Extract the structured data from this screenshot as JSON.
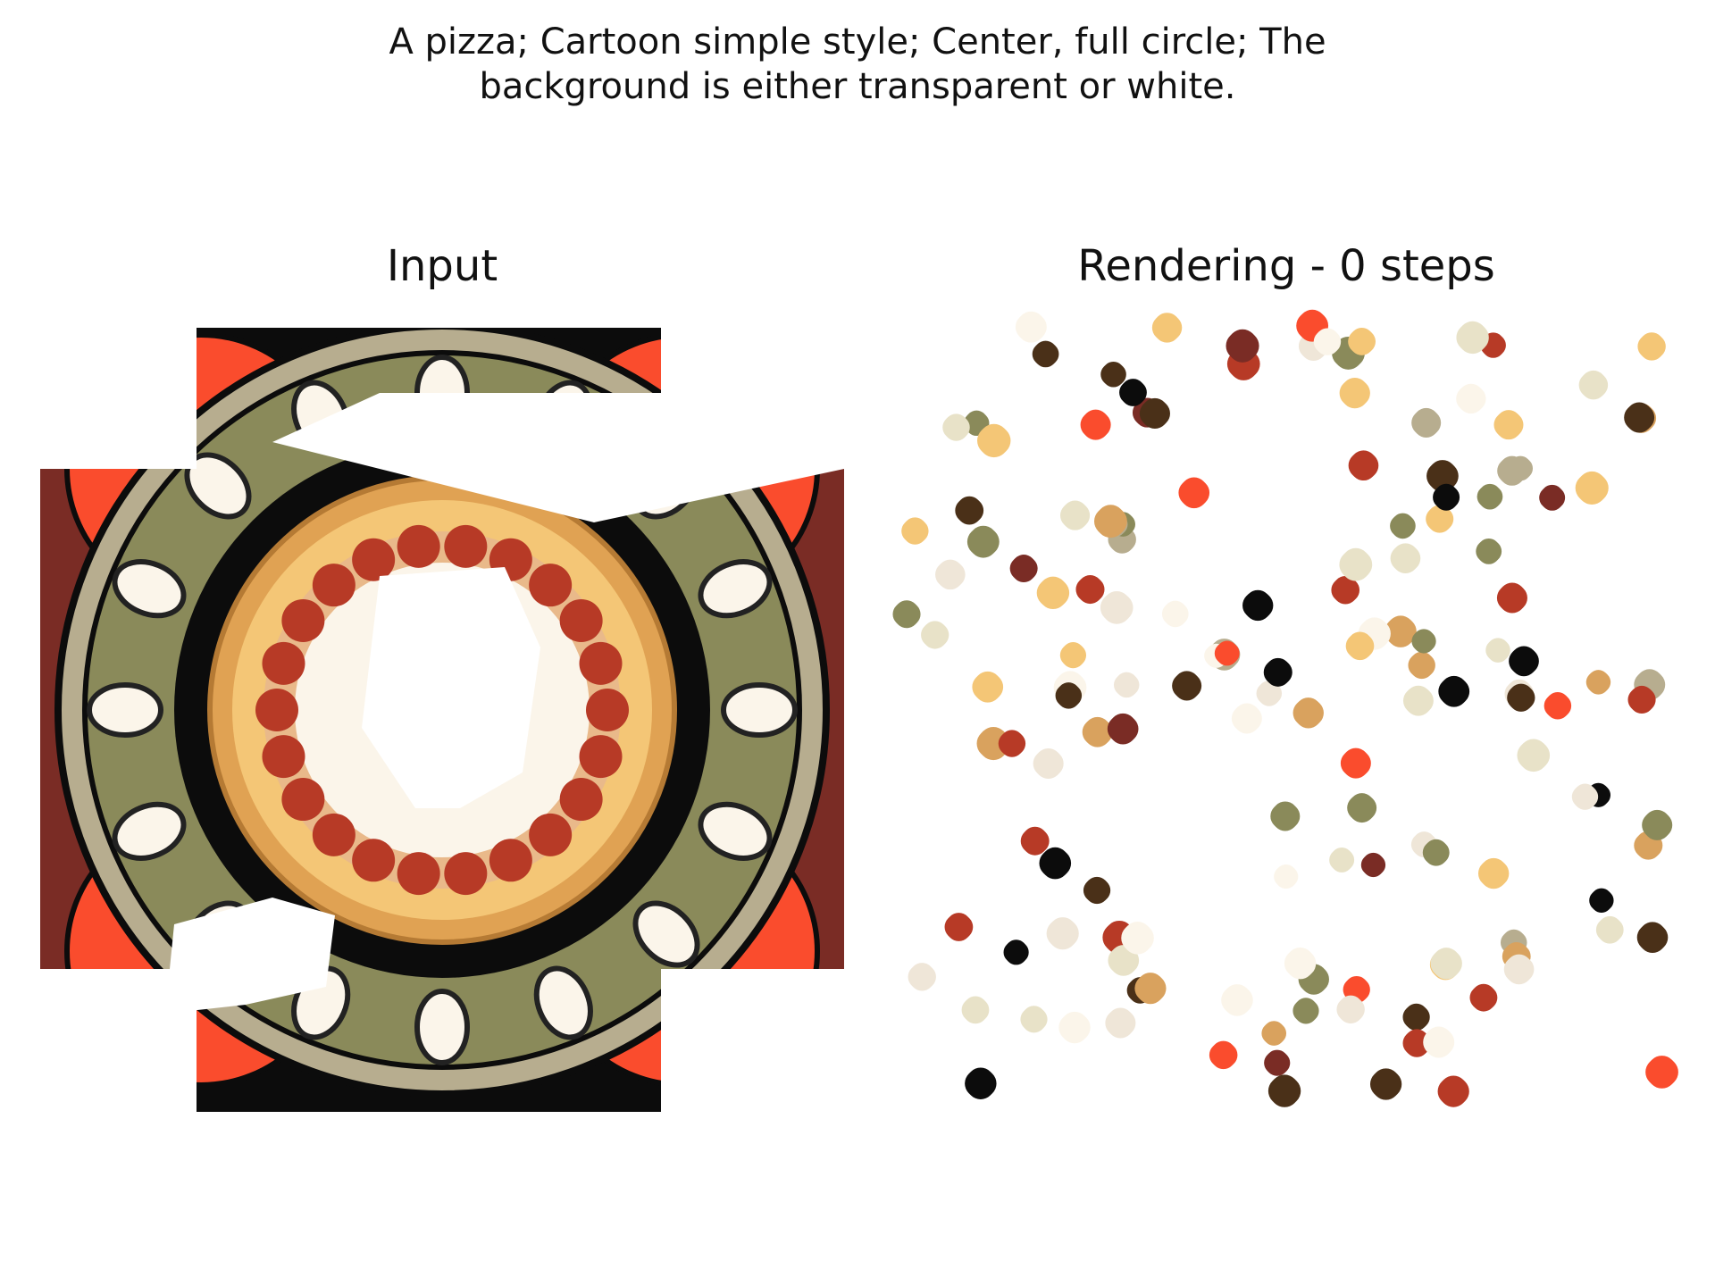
{
  "caption": {
    "line1": "A pizza; Cartoon simple style; Center, full circle; The",
    "line2": "background is either transparent or white."
  },
  "panels": {
    "input": {
      "title": "Input"
    },
    "rendering": {
      "title": "Rendering - 0 steps"
    }
  },
  "colors": {
    "tomato": "#fa4c2d",
    "olive": "#8a8a5a",
    "khaki": "#b7ad8f",
    "cream": "#fbf5ea",
    "crust": "#f4c676",
    "pepperoni": "#b73a26",
    "dark_red": "#7a2c25",
    "black": "#0c0c0c",
    "tan": "#d9a25e",
    "brown": "#4a3018"
  }
}
